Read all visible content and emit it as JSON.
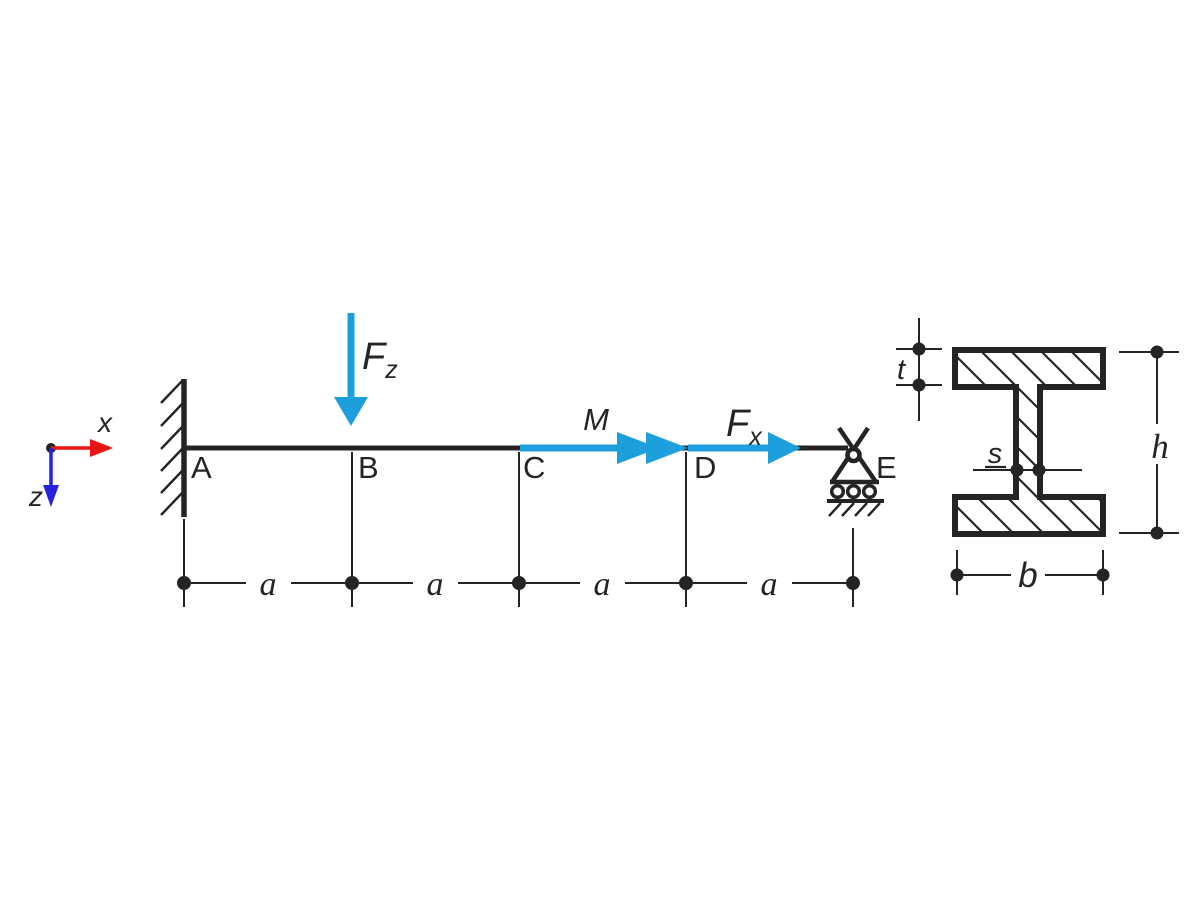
{
  "figure": {
    "description": "Cantilever beam A-B-C-D-E with fixed support at A, roller support at E, point load, moment and axial force, plus I-beam cross-section with dimensions",
    "background": "#ffffff"
  },
  "colors": {
    "ink": "#242424",
    "load_cyan": "#1D9FDD",
    "axis_x_red": "#EC1313",
    "axis_z_blue": "#2424E0"
  },
  "coordinate_system": {
    "x_label": "x",
    "z_label": "z"
  },
  "beam": {
    "point_labels": [
      "A",
      "B",
      "C",
      "D",
      "E"
    ],
    "span_labels": [
      "a",
      "a",
      "a",
      "a"
    ]
  },
  "loads": {
    "fz": {
      "symbol": "F",
      "subscript": "z"
    },
    "moment": {
      "symbol": "M"
    },
    "fx": {
      "symbol": "F",
      "subscript": "x"
    }
  },
  "cross_section": {
    "flange_thickness_label": "t",
    "height_label": "h",
    "web_thickness_label": "s",
    "width_label": "b"
  }
}
